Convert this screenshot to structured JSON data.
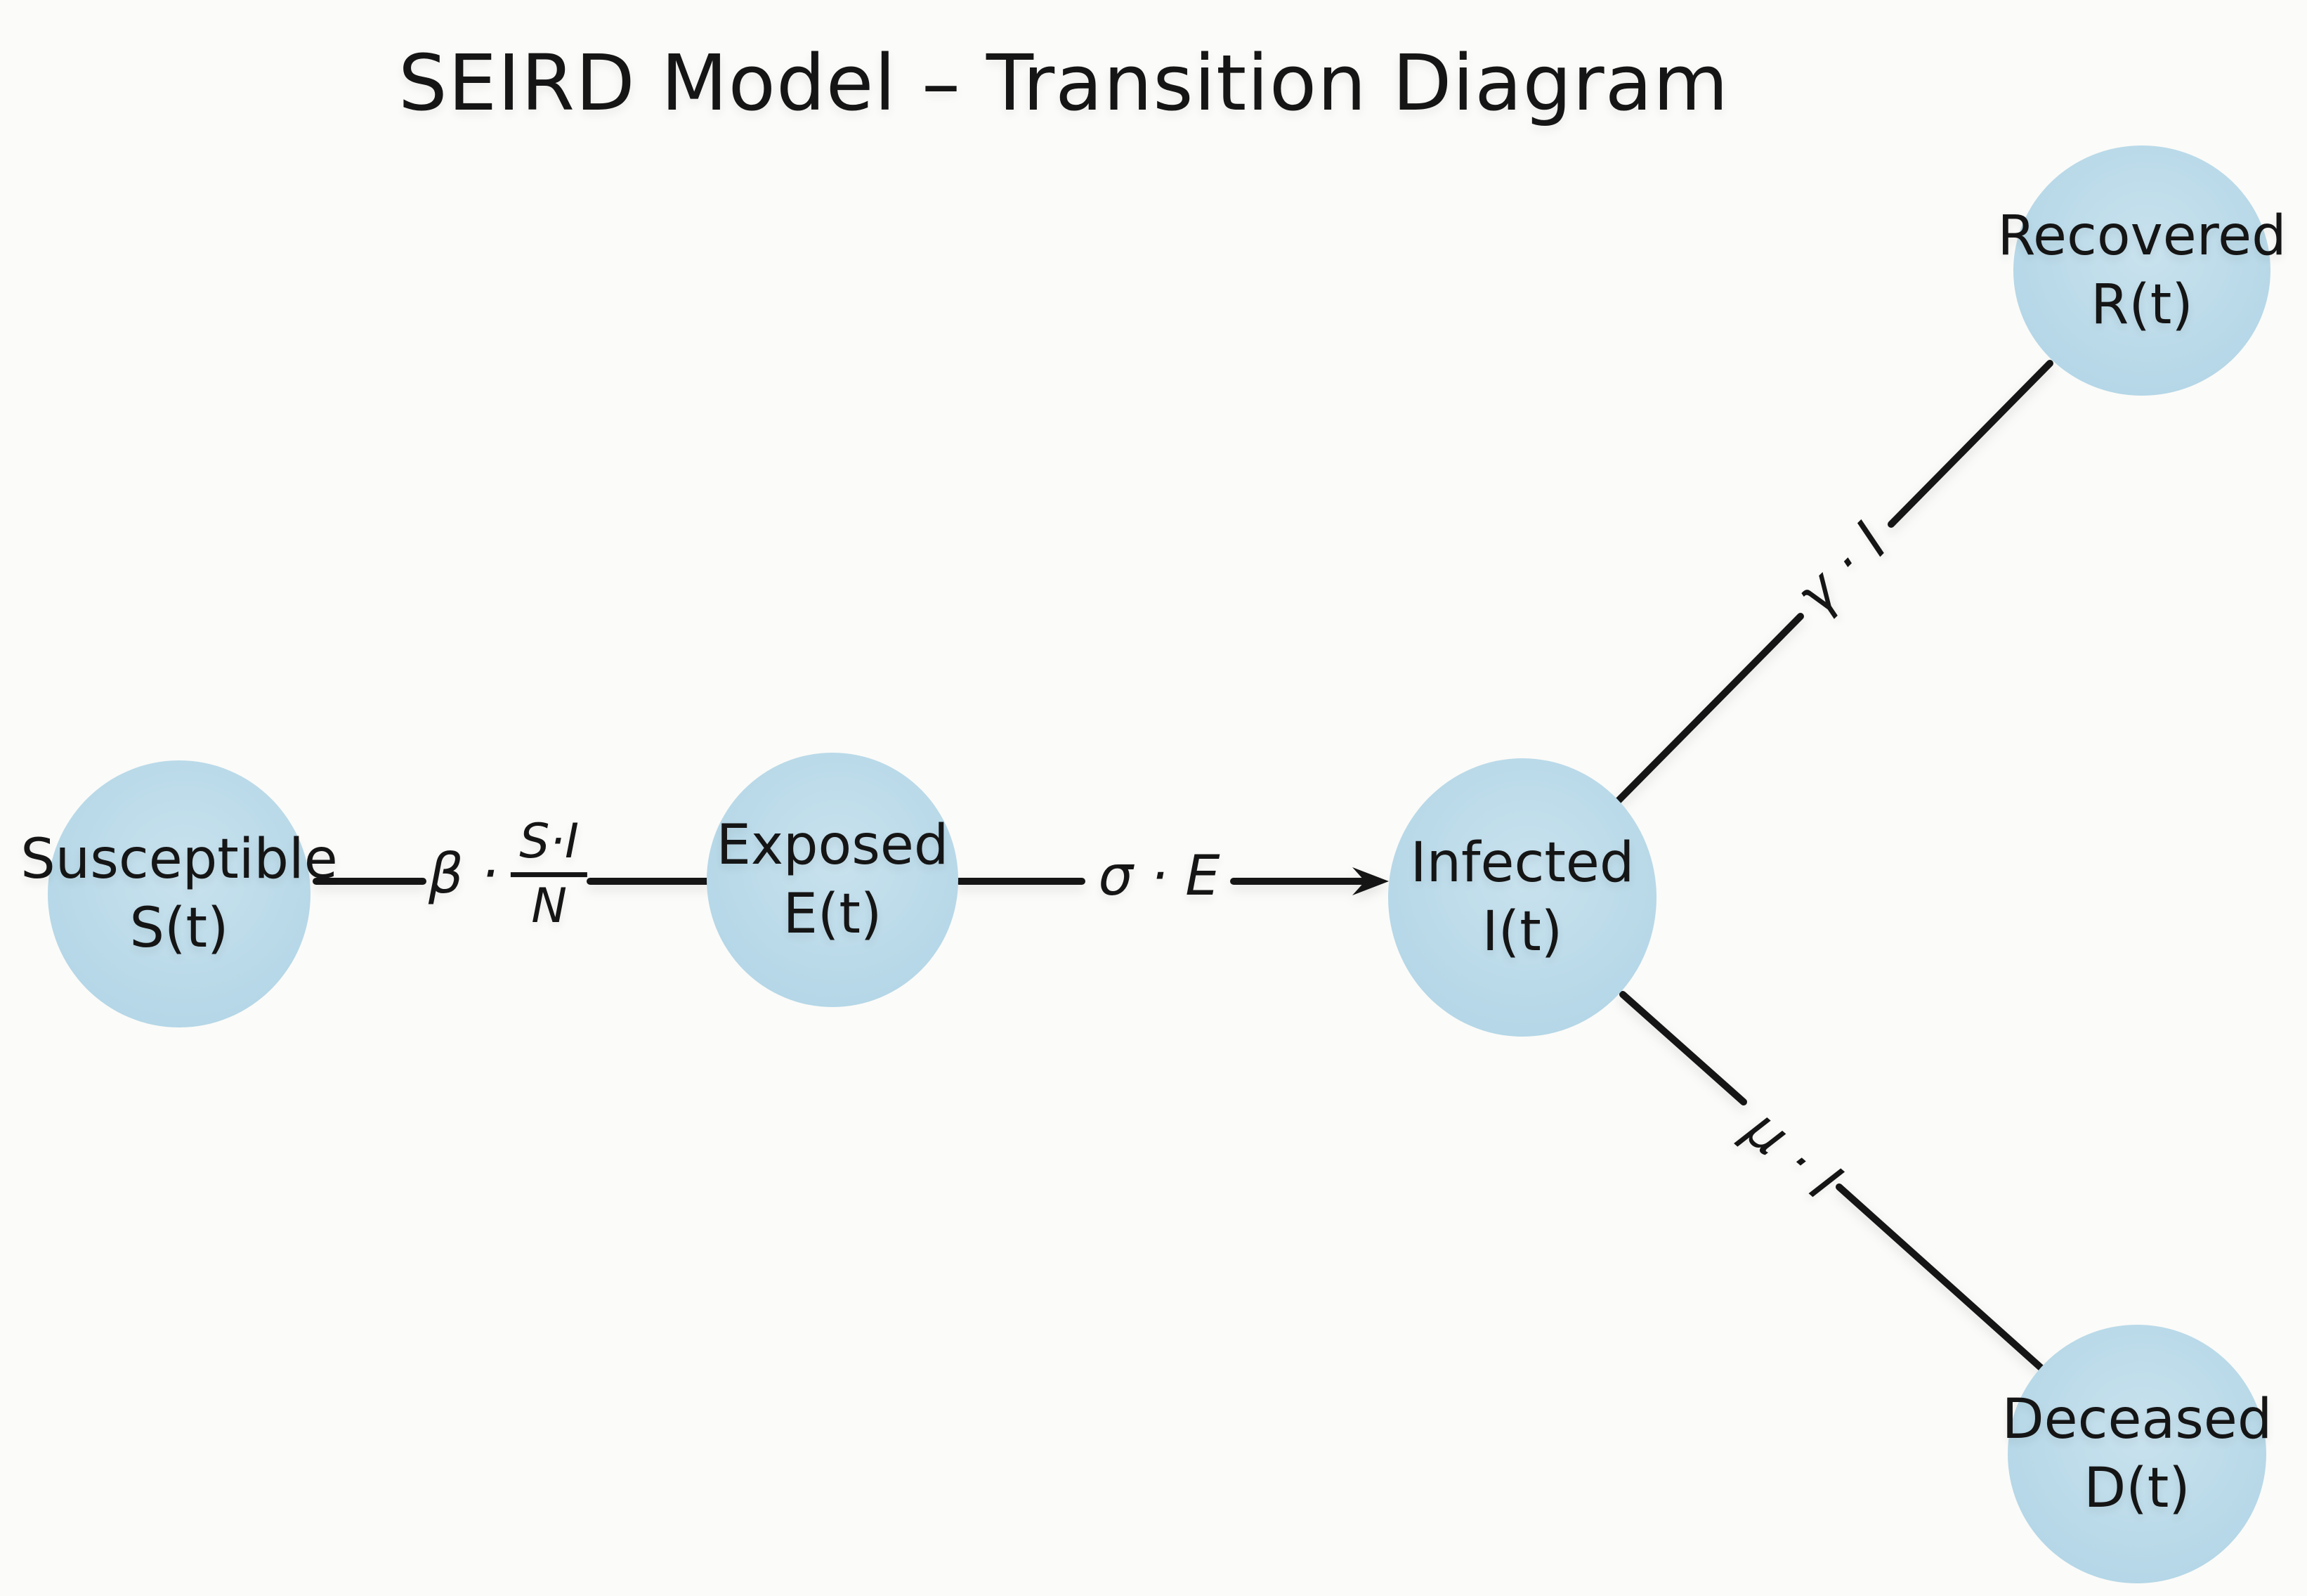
{
  "title": "SEIRD Model – Transition Diagram",
  "colors": {
    "background": "#fbfbf9",
    "node_fill": "#b5d7e7",
    "line": "#151515",
    "text": "#151515"
  },
  "nodes": [
    {
      "id": "susceptible",
      "label": "Susceptible",
      "symbol": "S(t)"
    },
    {
      "id": "exposed",
      "label": "Exposed",
      "symbol": "E(t)"
    },
    {
      "id": "infected",
      "label": "Infected",
      "symbol": "I(t)"
    },
    {
      "id": "recovered",
      "label": "Recovered",
      "symbol": "R(t)"
    },
    {
      "id": "deceased",
      "label": "Deceased",
      "symbol": "D(t)"
    }
  ],
  "edges": [
    {
      "from": "Susceptible",
      "to": "Exposed",
      "rate_prefix": "β ·",
      "rate_numerator": "S·I",
      "rate_denominator": "N"
    },
    {
      "from": "Exposed",
      "to": "Infected",
      "rate": "σ · E"
    },
    {
      "from": "Infected",
      "to": "Recovered",
      "rate": "γ · I"
    },
    {
      "from": "Infected",
      "to": "Deceased",
      "rate": "μ · I"
    }
  ]
}
